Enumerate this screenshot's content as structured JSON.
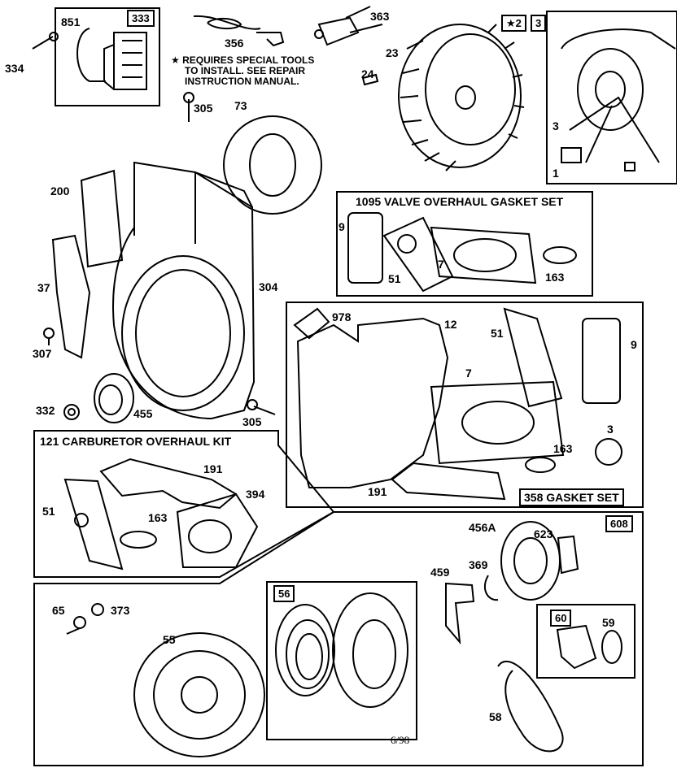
{
  "note": [
    "REQUIRES SPECIAL TOOLS",
    "TO INSTALL. SEE REPAIR",
    "INSTRUCTION MANUAL."
  ],
  "note_star": "★",
  "date": "6/98",
  "kits": {
    "valve": "1095 VALVE OVERHAUL GASKET SET",
    "carb": "121 CARBURETOR OVERHAUL KIT",
    "gasket": "358 GASKET SET"
  },
  "boxes": {
    "b333": "333",
    "b608": "608",
    "b56": "56",
    "b60": "60",
    "flywheel_star": "★2",
    "flywheel_3": "3"
  },
  "labels": {
    "p851": "851",
    "p334": "334",
    "p356": "356",
    "p363": "363",
    "p23": "23",
    "p24": "24",
    "p305a": "305",
    "p73": "73",
    "p3a": "3",
    "p1": "1",
    "p200": "200",
    "p37": "37",
    "p307": "307",
    "p304": "304",
    "p332": "332",
    "p455": "455",
    "p305b": "305",
    "v9": "9",
    "v51": "51",
    "v7": "7",
    "v163": "163",
    "g978": "978",
    "g12": "12",
    "g51": "51",
    "g9": "9",
    "g7": "7",
    "g3": "3",
    "g163": "163",
    "g191": "191",
    "c191": "191",
    "c394": "394",
    "c51": "51",
    "c163": "163",
    "s456a": "456A",
    "s623": "623",
    "s369": "369",
    "s459": "459",
    "s59": "59",
    "s58": "58",
    "s65": "65",
    "s373": "373",
    "s55": "55"
  }
}
